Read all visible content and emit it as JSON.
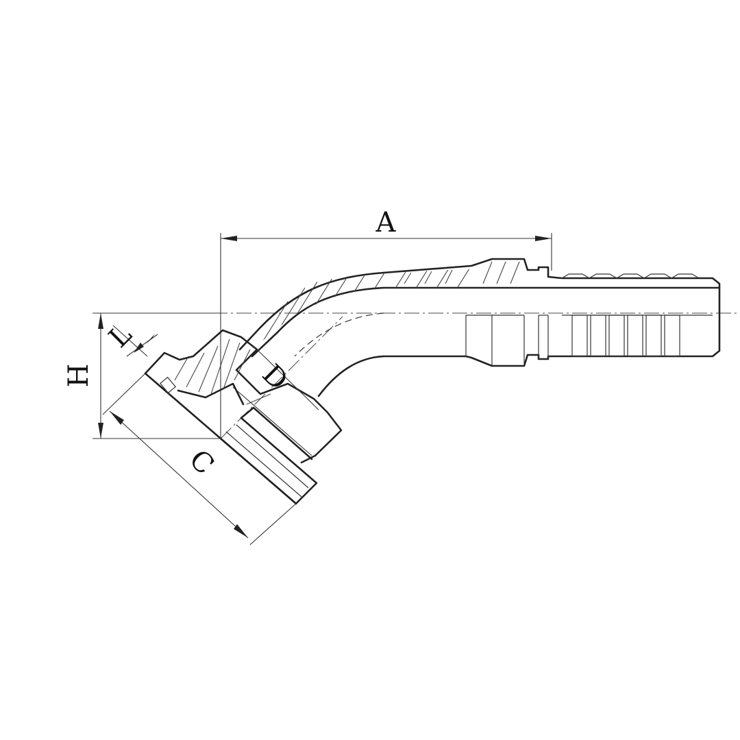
{
  "diagram": {
    "dimension_labels": {
      "A": "A",
      "H": "H",
      "L": "L",
      "D": "D",
      "C": "C"
    },
    "bend_angle_deg": 45,
    "line_color": "#222222",
    "background": "#ffffff"
  }
}
